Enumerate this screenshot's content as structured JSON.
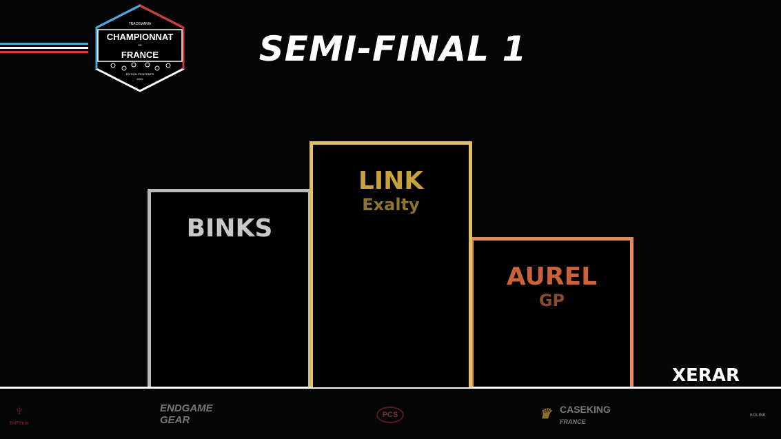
{
  "header": {
    "title": "SEMI-FINAL 1"
  },
  "logo": {
    "top": "TRACKMANIA",
    "line1": "CHAMPIONNAT",
    "de": "DE",
    "line2": "FRANCE",
    "edition": "ÉDITION PRINTEMPS",
    "year": "2020"
  },
  "podium": [
    {
      "place": 2,
      "name": "BINKS",
      "team": "",
      "color": "#b8b8b8"
    },
    {
      "place": 1,
      "name": "LINK",
      "team": "Exalty",
      "color": "#c9a03a"
    },
    {
      "place": 3,
      "name": "AUREL",
      "team": "GP",
      "color": "#c9623a"
    }
  ],
  "eliminated": {
    "name": "XERAR"
  },
  "sponsors": {
    "s1": "BitFenix",
    "s2a": "ENDGAME",
    "s2b": "GEAR",
    "s3": "PCS",
    "s4a": "CASEKING",
    "s4b": "FRANCE",
    "s5": "KOLINK"
  }
}
